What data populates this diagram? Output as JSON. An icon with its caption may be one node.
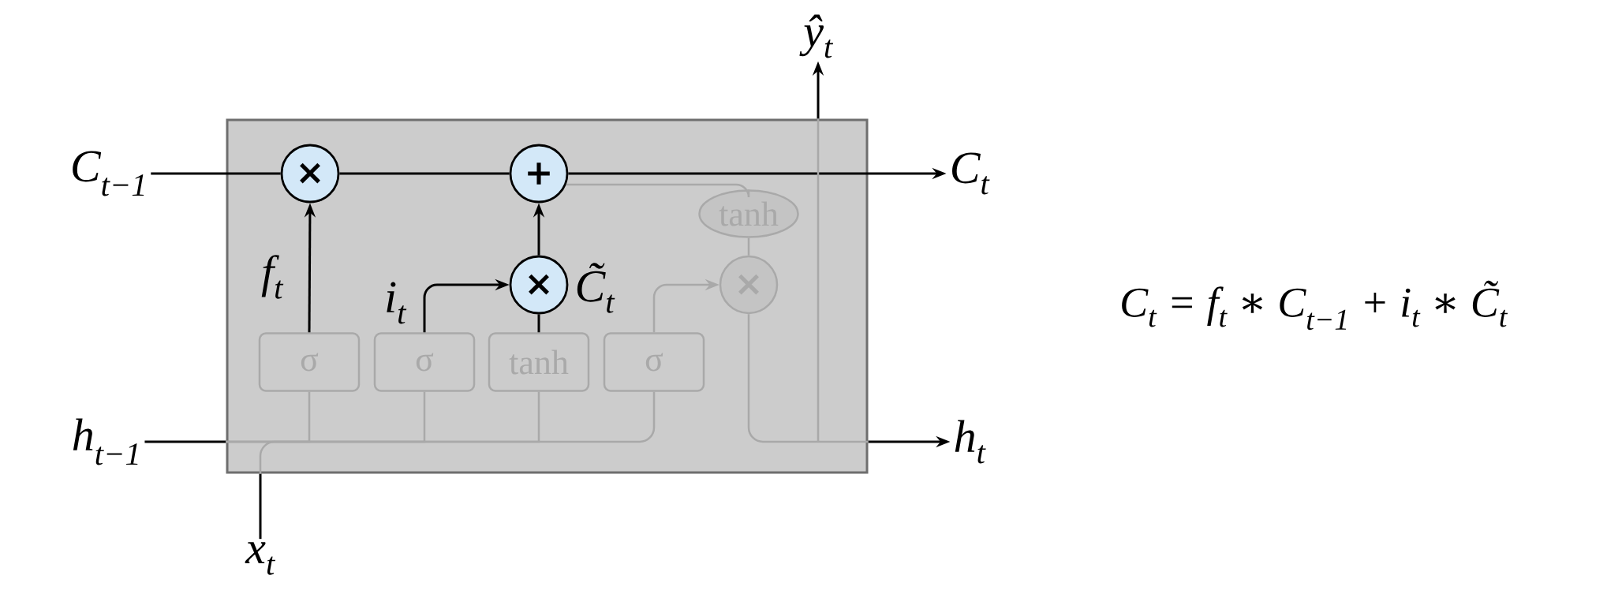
{
  "diagram": {
    "nodes": [
      {
        "text": [],
        "shape": "box"
      },
      {
        "text": [
          "×"
        ],
        "in": 0
      },
      {
        "text": [
          "+"
        ],
        "in": 0
      },
      {
        "text": [
          "×"
        ],
        "in": 0,
        "beside": [
          "C̃$_{t}$"
        ]
      },
      {
        "text": [
          "σ"
        ],
        "in": 0
      },
      {
        "text": [
          "σ"
        ],
        "in": 0
      },
      {
        "text": [
          "tanh"
        ],
        "in": 0
      },
      {
        "text": [
          "σ"
        ],
        "in": 0
      },
      {
        "text": [
          "tanh"
        ],
        "in": 0
      },
      {
        "text": [
          "×"
        ],
        "in": 0
      },
      {
        "text": [
          "C$_{t−1}$"
        ]
      },
      {
        "text": [
          "C$_{t}$"
        ]
      },
      {
        "text": [
          "h$_{t−1}$"
        ]
      },
      {
        "text": [
          "h$_{t}$"
        ]
      },
      {
        "text": [
          "x$_{t}$"
        ]
      },
      {
        "text": [
          "ŷ$_{t}$"
        ]
      }
    ],
    "edges": [
      {
        "from": 10,
        "to": 1,
        "arrow": "none"
      },
      {
        "from": 1,
        "to": 2,
        "arrow": "none"
      },
      {
        "from": 2,
        "to": 11,
        "arrow": "to"
      },
      {
        "from": 4,
        "to": 1,
        "arrow": "to",
        "label": "f$_{t}$"
      },
      {
        "from": 5,
        "to": 3,
        "arrow": "to",
        "label": "i$_{t}$"
      },
      {
        "from": 6,
        "to": 3,
        "arrow": "none"
      },
      {
        "from": 3,
        "to": 2,
        "arrow": "to"
      },
      {
        "from": 2,
        "to": 8,
        "arrow": "none",
        "color": "#a9a9a9"
      },
      {
        "from": 8,
        "to": 9,
        "arrow": "none",
        "color": "#a9a9a9"
      },
      {
        "from": 7,
        "to": 9,
        "arrow": "to",
        "color": "#a9a9a9"
      },
      {
        "from": 12,
        "to": 0,
        "arrow": "none"
      },
      {
        "from": 14,
        "to": 0,
        "arrow": "none"
      },
      {
        "from": 0,
        "to": 4,
        "arrow": "none",
        "color": "#a9a9a9"
      },
      {
        "from": 0,
        "to": 5,
        "arrow": "none",
        "color": "#a9a9a9"
      },
      {
        "from": 0,
        "to": 6,
        "arrow": "none",
        "color": "#a9a9a9"
      },
      {
        "from": 0,
        "to": 7,
        "arrow": "none",
        "color": "#a9a9a9"
      },
      {
        "from": 9,
        "to": 0,
        "arrow": "none",
        "color": "#a9a9a9"
      },
      {
        "from": 0,
        "to": 13,
        "arrow": "to"
      },
      {
        "from": 0,
        "to": 15,
        "arrow": "to"
      }
    ],
    "labels": [
      "C$_{t}$ = f$_{t}$ ∗ C$_{t−1}$ + i$_{t}$ ∗ C̃$_{t}$"
    ]
  }
}
